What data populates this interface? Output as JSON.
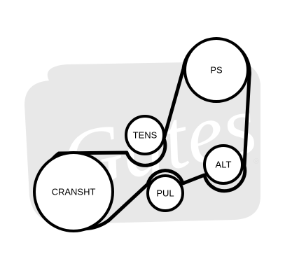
{
  "watermark": {
    "brand": "Gates",
    "registered": "®",
    "color": "#e8e8e8"
  },
  "pulleys": [
    {
      "id": "ps",
      "label": "PS"
    },
    {
      "id": "tens",
      "label": "TENS"
    },
    {
      "id": "alt",
      "label": "ALT"
    },
    {
      "id": "cransht",
      "label": "CRANSHT"
    },
    {
      "id": "pul",
      "label": "PUL"
    }
  ],
  "colors": {
    "belt": "#000000",
    "pulley_fill": "#ffffff",
    "background": "#ffffff"
  }
}
